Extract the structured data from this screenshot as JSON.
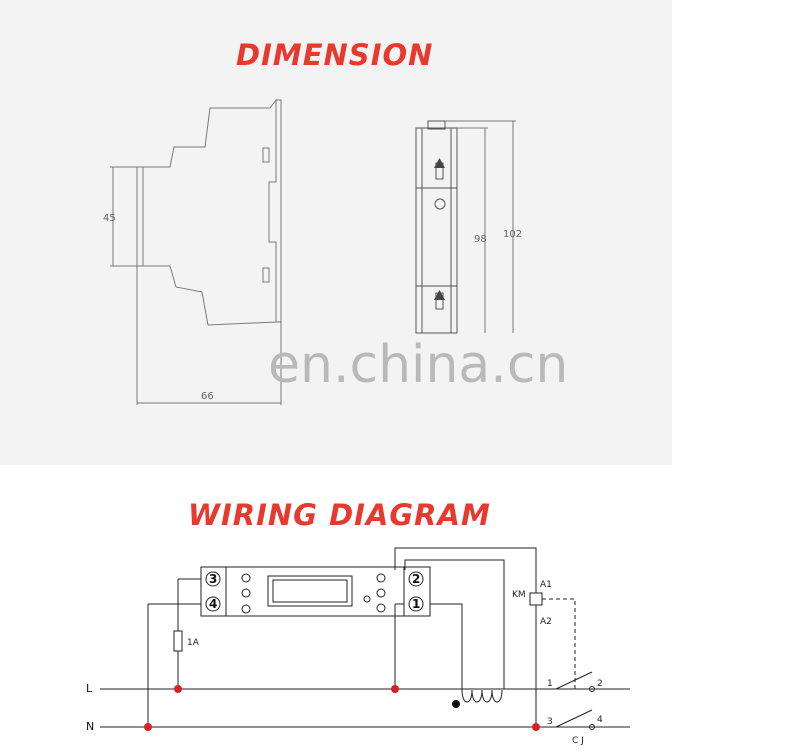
{
  "dimension": {
    "title": "DIMENSION",
    "side_view": {
      "height_label": "45",
      "width_label": "66"
    },
    "front_view": {
      "inner_height_label": "98",
      "outer_height_label": "102"
    }
  },
  "watermark": "en.china.cn",
  "wiring": {
    "title": "WIRING DIAGRAM",
    "meter_terminals": {
      "t3": "3",
      "t4": "4",
      "t1": "1",
      "t2": "2"
    },
    "fuse_label": "1A",
    "line_label": "L",
    "neutral_label": "N",
    "contactor": {
      "coil_label": "KM",
      "a1": "A1",
      "a2": "A2",
      "cj": "C J"
    },
    "switch_terminals": {
      "s1": "1",
      "s2": "2",
      "s3": "3",
      "s4": "4"
    },
    "colors": {
      "title": "#e8392e",
      "junction": "#d8202a",
      "line": "#222222"
    }
  }
}
